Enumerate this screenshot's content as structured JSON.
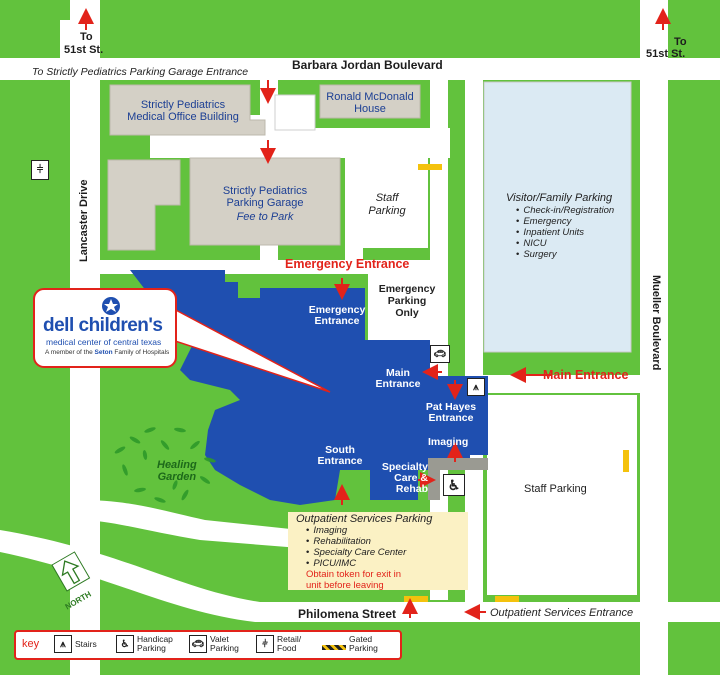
{
  "streets": {
    "north": "Barbara Jordan Boulevard",
    "west": "Lancaster Drive",
    "east": "Mueller Boulevard",
    "south": "Philomena Street",
    "to_51st_left_top": "To",
    "to_51st_left_bottom": "51st St.",
    "to_51st_right_top": "To",
    "to_51st_right_bottom": "51st St."
  },
  "buildings": {
    "mob": "Strictly Pediatrics Medical Office Building",
    "mob_line1": "Strictly Pediatrics",
    "mob_line2": "Medical Office Building",
    "rmh_line1": "Ronald McDonald",
    "rmh_line2": "House",
    "garage_line1": "Strictly Pediatrics",
    "garage_line2": "Parking Garage",
    "garage_fee": "Fee to Park"
  },
  "parking": {
    "staff_top_line1": "Staff",
    "staff_top_line2": "Parking",
    "visitor_title": "Visitor/Family Parking",
    "visitor_items": [
      "Check-in/Registration",
      "Emergency",
      "Inpatient Units",
      "NICU",
      "Surgery"
    ],
    "emergency_only_line1": "Emergency",
    "emergency_only_line2": "Parking",
    "emergency_only_line3": "Only",
    "staff_bottom": "Staff Parking",
    "outpatient_title": "Outpatient Services Parking",
    "outpatient_items": [
      "Imaging",
      "Rehabilitation",
      "Specialty Care Center",
      "PICU/IMC"
    ],
    "token_note_line1": "Obtain token for exit in",
    "token_note_line2": "unit before leaving"
  },
  "entrances": {
    "garage_direction": "To Strictly Pediatrics Parking Garage Entrance",
    "emergency_red": "Emergency Entrance",
    "emergency_bldg_line1": "Emergency",
    "emergency_bldg_line2": "Entrance",
    "main_bldg_line1": "Main",
    "main_bldg_line2": "Entrance",
    "main_red": "Main Entrance",
    "pat_hayes_line1": "Pat Hayes",
    "pat_hayes_line2": "Entrance",
    "imaging": "Imaging",
    "specialty_line1": "Specialty",
    "specialty_line2": "Care &",
    "specialty_line3": "Rehab",
    "south_line1": "South",
    "south_line2": "Entrance",
    "outpatient_entrance": "Outpatient Services Entrance"
  },
  "garden": {
    "line1": "Healing",
    "line2": "Garden"
  },
  "logo": {
    "name": "dell children's",
    "tagline": "medical center of central texas",
    "member_prefix": "A member of the",
    "member_brand": "Seton",
    "member_suffix": "Family of Hospitals"
  },
  "north_label": "NORTH",
  "legend": {
    "key": "key",
    "items": [
      {
        "icon": "stairs-icon",
        "label": "Stairs"
      },
      {
        "icon": "handicap-icon",
        "label_line1": "Handicap",
        "label_line2": "Parking"
      },
      {
        "icon": "valet-car-icon",
        "label_line1": "Valet",
        "label_line2": "Parking"
      },
      {
        "icon": "fork-knife-icon",
        "label_line1": "Retail/",
        "label_line2": "Food"
      },
      {
        "icon": "gate-icon",
        "label_line1": "Gated",
        "label_line2": "Parking"
      }
    ]
  },
  "colors": {
    "grass": "#62c23d",
    "road": "#ffffff",
    "hospital_blue": "#1f4fb0",
    "building_gray": "#d4d0c6",
    "visitor_lot": "#dbeaf3",
    "outpatient_lot": "#fbf1c4",
    "accent_red": "#e2231a"
  }
}
